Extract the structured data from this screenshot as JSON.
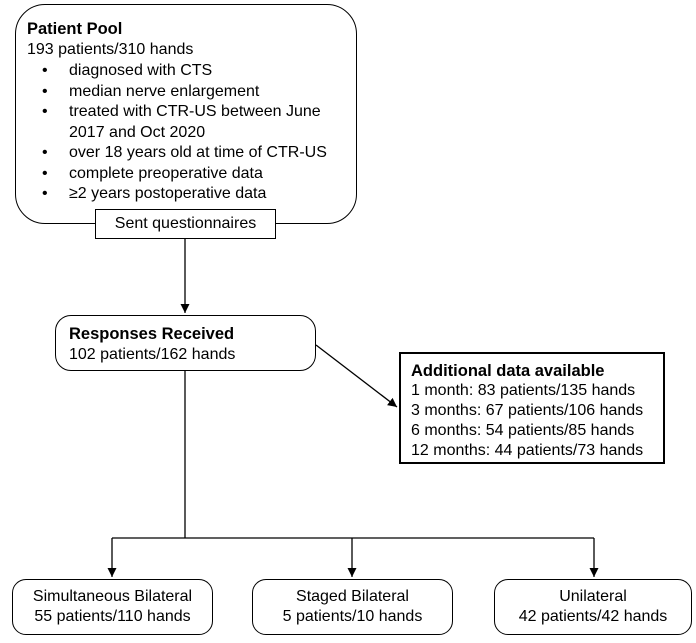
{
  "patient_pool": {
    "title": "Patient Pool",
    "count": "193 patients/310 hands",
    "criteria": [
      "diagnosed with CTS",
      "median nerve enlargement",
      "treated with CTR-US between June 2017 and Oct 2020",
      "over 18 years old at time of CTR-US",
      "complete preoperative data",
      "≥2 years postoperative data"
    ]
  },
  "questionnaire": {
    "label": "Sent questionnaires"
  },
  "responses": {
    "title": "Responses Received",
    "count": "102 patients/162 hands"
  },
  "additional": {
    "title": "Additional data available",
    "lines": [
      "1 month: 83 patients/135 hands",
      "3 months: 67 patients/106 hands",
      "6 months: 54 patients/85 hands",
      "12 months: 44 patients/73 hands"
    ]
  },
  "groups": [
    {
      "name": "Simultaneous Bilateral",
      "count": "55 patients/110 hands"
    },
    {
      "name": "Staged Bilateral",
      "count": "5 patients/10 hands"
    },
    {
      "name": "Unilateral",
      "count": "42 patients/42 hands"
    }
  ]
}
